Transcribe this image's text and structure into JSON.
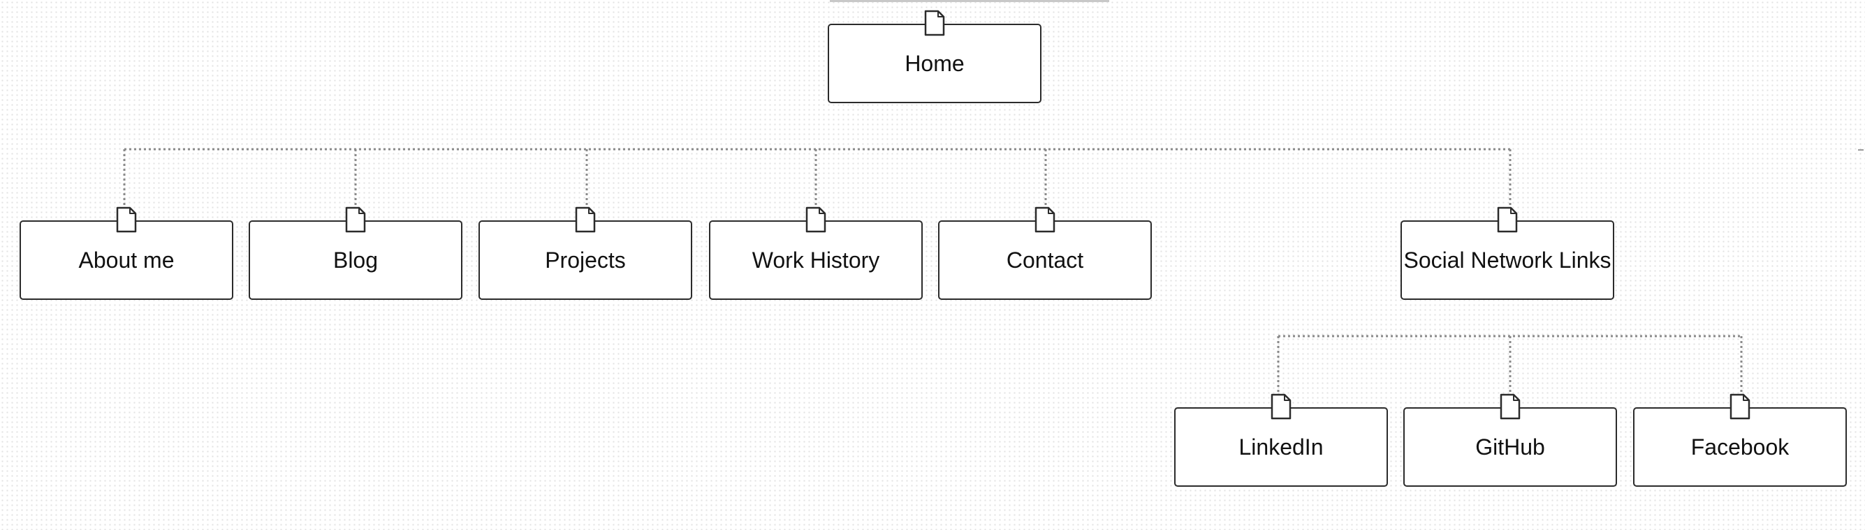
{
  "diagram": {
    "root": {
      "label": "Home",
      "icon": "page-icon"
    },
    "level1": [
      {
        "label": "About me",
        "icon": "page-icon"
      },
      {
        "label": "Blog",
        "icon": "page-icon"
      },
      {
        "label": "Projects",
        "icon": "page-icon"
      },
      {
        "label": "Work History",
        "icon": "page-icon"
      },
      {
        "label": "Contact",
        "icon": "page-icon"
      },
      {
        "label": "Social Network Links",
        "icon": "page-icon"
      }
    ],
    "level2": [
      {
        "label": "LinkedIn",
        "icon": "page-icon"
      },
      {
        "label": "GitHub",
        "icon": "page-icon"
      },
      {
        "label": "Facebook",
        "icon": "page-icon"
      }
    ]
  },
  "colors": {
    "node_border": "#2b2b2b",
    "connector": "#8a8a8a",
    "grid_dot": "#e3e3e3",
    "background": "#ffffff"
  }
}
